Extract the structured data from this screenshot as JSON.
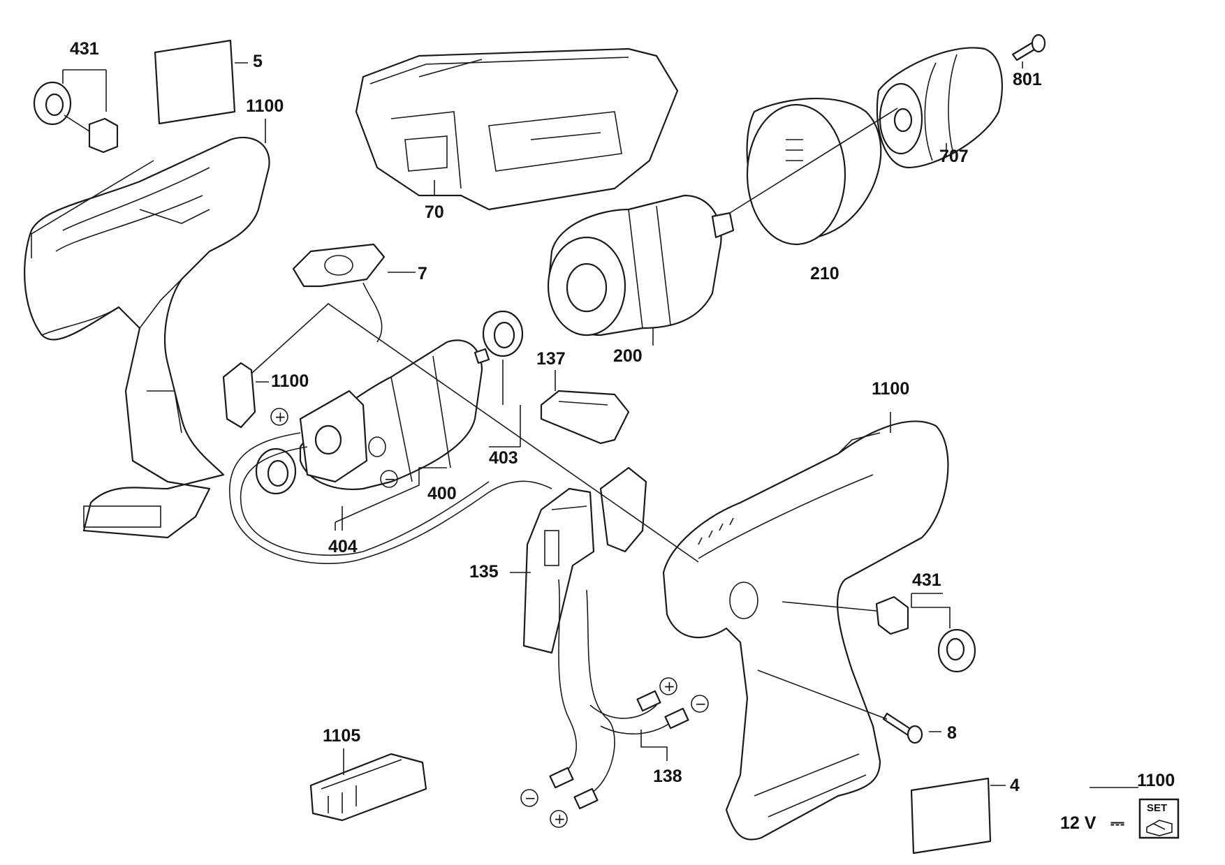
{
  "callouts": {
    "c431a": "431",
    "c5": "5",
    "c1100a": "1100",
    "c70": "70",
    "c801": "801",
    "c707": "707",
    "c210": "210",
    "c7": "7",
    "c200": "200",
    "c137": "137",
    "c1100b": "1100",
    "c403": "403",
    "c400": "400",
    "c404": "404",
    "c1100c": "1100",
    "c135": "135",
    "c431b": "431",
    "c8": "8",
    "c1105": "1105",
    "c138": "138",
    "c4": "4",
    "c1100d": "1100"
  },
  "polarity": {
    "plus": "+",
    "minus": "−"
  },
  "voltage": {
    "label": "12 V",
    "dc_symbol": "⎓"
  },
  "set_box": {
    "label": "SET"
  }
}
